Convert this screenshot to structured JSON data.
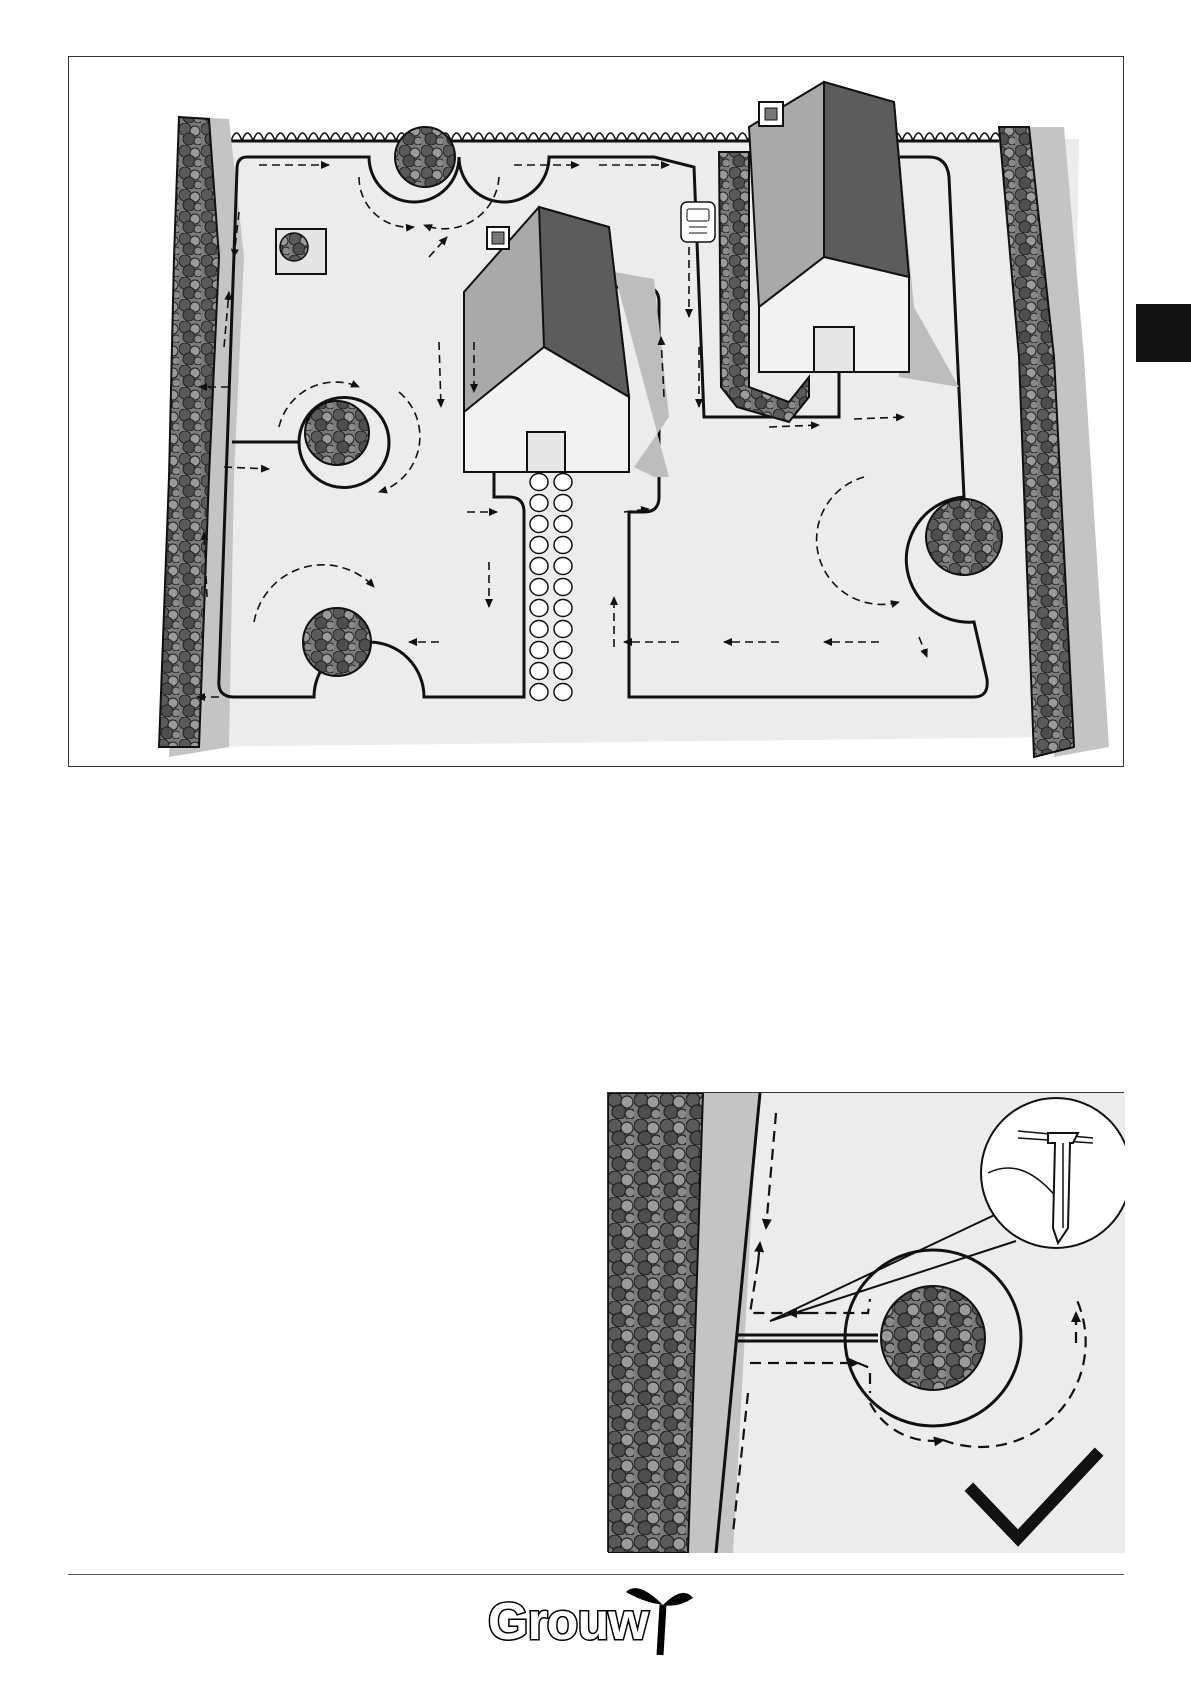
{
  "page": {
    "background": "#ffffff"
  },
  "figures": {
    "main": {
      "description_icon": "garden-boundary-wire-layout"
    },
    "detail": {
      "description_icon": "wire-around-shrub-detail",
      "status": "correct",
      "status_icon": "checkmark-icon"
    }
  },
  "side_tab": {
    "color": "#111111"
  },
  "footer": {
    "brand_name": "Grouw",
    "brand_mark": "®"
  },
  "colors": {
    "lawn": "#ececec",
    "roof_dark": "#5c5c5c",
    "roof_light": "#a9a9a9",
    "wall": "#f2f2f2",
    "shrub": "#6f6f6f",
    "line": "#1a1a1a"
  }
}
